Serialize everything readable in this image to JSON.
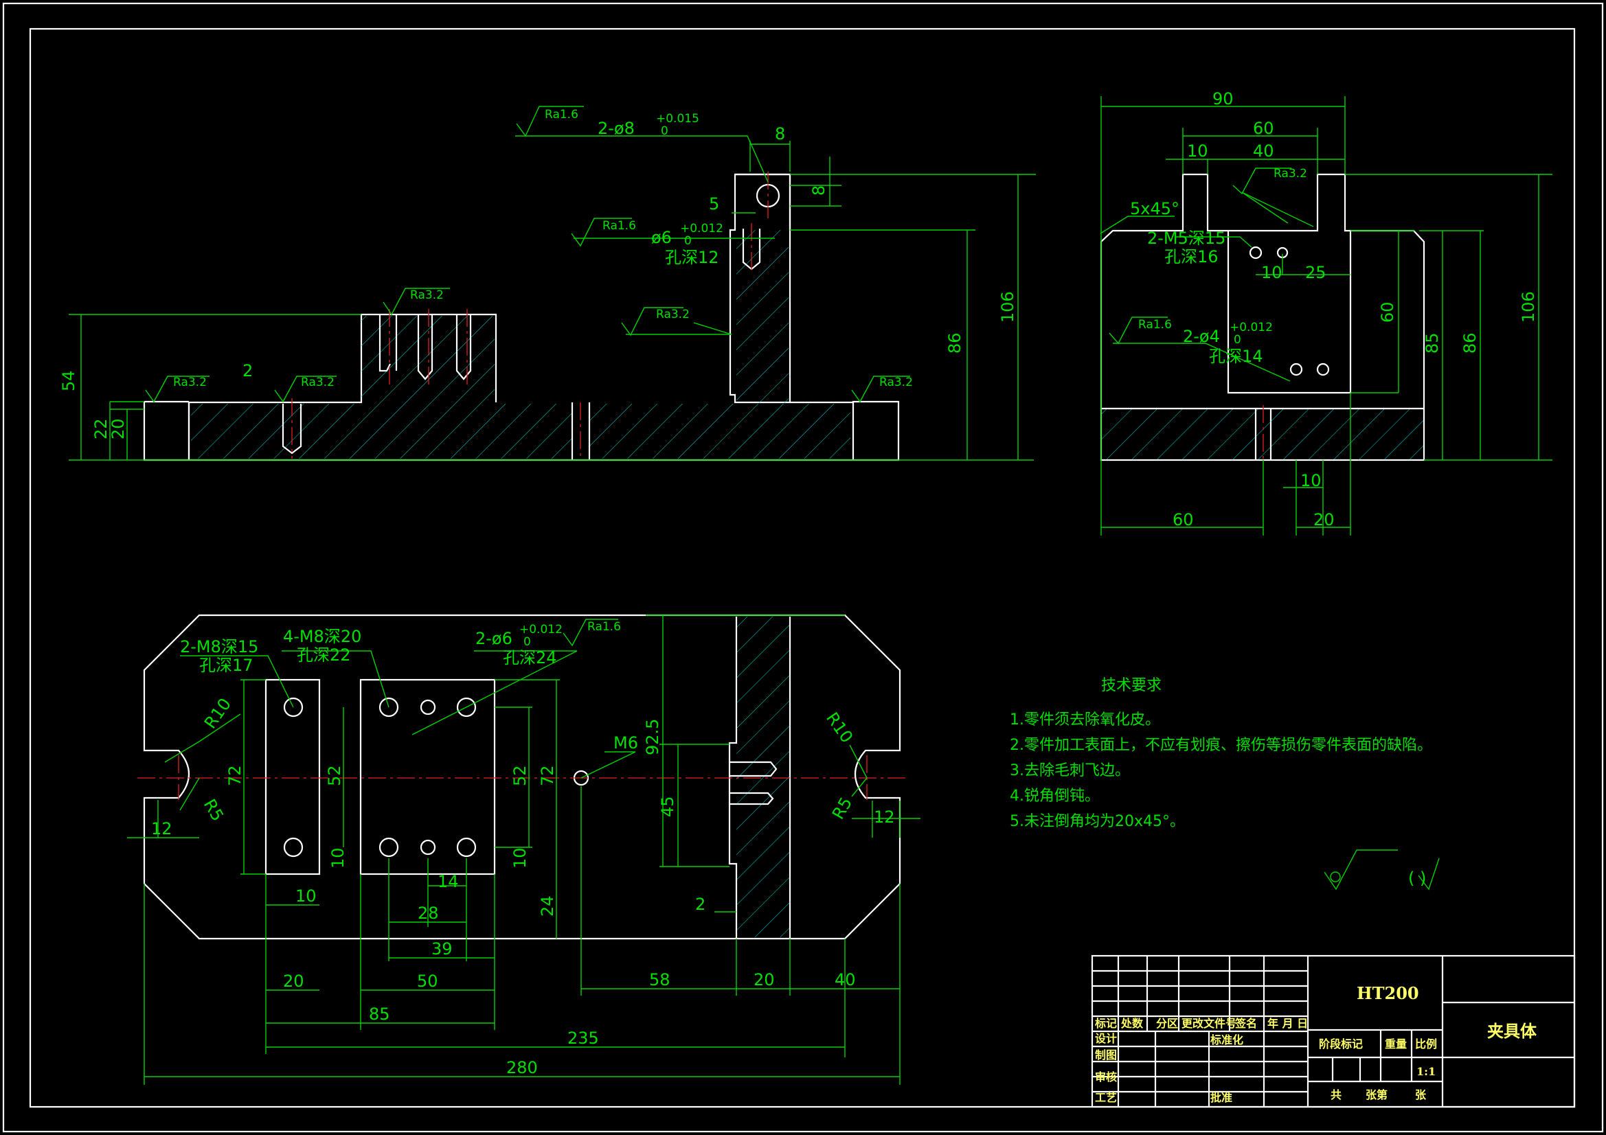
{
  "front_view": {
    "surface_finish": [
      "Ra1.6",
      "Ra1.6",
      "Ra3.2",
      "Ra3.2",
      "Ra3.2",
      "Ra3.2",
      "Ra3.2"
    ],
    "callouts": {
      "pin_hole_top": "2-ø8",
      "pin_hole_top_tol": "+0.015",
      "pin_hole_top_tol_low": "0",
      "pin_hole_side": "ø6",
      "pin_hole_side_tol": "+0.012",
      "pin_hole_side_tol_low": "0",
      "pin_hole_side_depth": "孔深12"
    },
    "dims": [
      "8",
      "8",
      "5",
      "54",
      "22",
      "20",
      "2",
      "86",
      "106"
    ]
  },
  "side_view": {
    "chamfer": "5x45°",
    "thread": "2-M5深15",
    "thread_depth": "孔深16",
    "pin_hole": "2-ø4",
    "pin_hole_tol": "+0.012",
    "pin_hole_tol_low": "0",
    "pin_hole_depth": "孔深14",
    "surface_finish": [
      "Ra3.2",
      "Ra1.6"
    ],
    "dims": [
      "90",
      "60",
      "10",
      "40",
      "10",
      "25",
      "60",
      "85",
      "86",
      "106",
      "60",
      "10",
      "20"
    ]
  },
  "top_view": {
    "callouts": {
      "thread_a": "2-M8深15",
      "thread_a_depth": "孔深17",
      "thread_b": "4-M8深20",
      "thread_b_depth": "孔深22",
      "pin": "2-ø6",
      "pin_tol": "+0.012",
      "pin_tol_low": "0",
      "pin_depth": "孔深24",
      "m6": "M6",
      "r10_left": "R10",
      "r5_left": "R5",
      "r10_right": "R10",
      "r5_right": "R5"
    },
    "surface_finish": "Ra1.6",
    "dims": [
      "12",
      "72",
      "52",
      "10",
      "10",
      "52",
      "72",
      "10",
      "14",
      "28",
      "39",
      "24",
      "92.5",
      "45",
      "2",
      "12",
      "20",
      "50",
      "85",
      "58",
      "20",
      "40",
      "235",
      "280"
    ]
  },
  "technical_requirements": {
    "title": "技术要求",
    "items": [
      "1.零件须去除氧化皮。",
      "2.零件加工表面上，不应有划痕、擦伤等损伤零件表面的缺陷。",
      "3.去除毛刺飞边。",
      "4.锐角倒钝。",
      "5.未注倒角均为20x45°。"
    ]
  },
  "general_roughness": "(   )",
  "title_block": {
    "material": "HT200",
    "part_name": "夹具体",
    "headers": [
      "标记",
      "处数",
      "分区",
      "更改文件号",
      "签名",
      "年 月 日"
    ],
    "roles": [
      "设计",
      "制图",
      "审核",
      "工艺"
    ],
    "standardize": "标准化",
    "approve": "批准",
    "stage_mark": "阶段标记",
    "weight": "重量",
    "scale_label": "比例",
    "scale": "1:1",
    "sheets": "共",
    "sheet_no": "张第",
    "sheet_unit": "张"
  },
  "colors": {
    "outline": "#ffffff",
    "dimension": "#00e000",
    "centerline": "#e02020",
    "hatch": "#00c8c8",
    "titleblock_text": "#ffff66"
  }
}
